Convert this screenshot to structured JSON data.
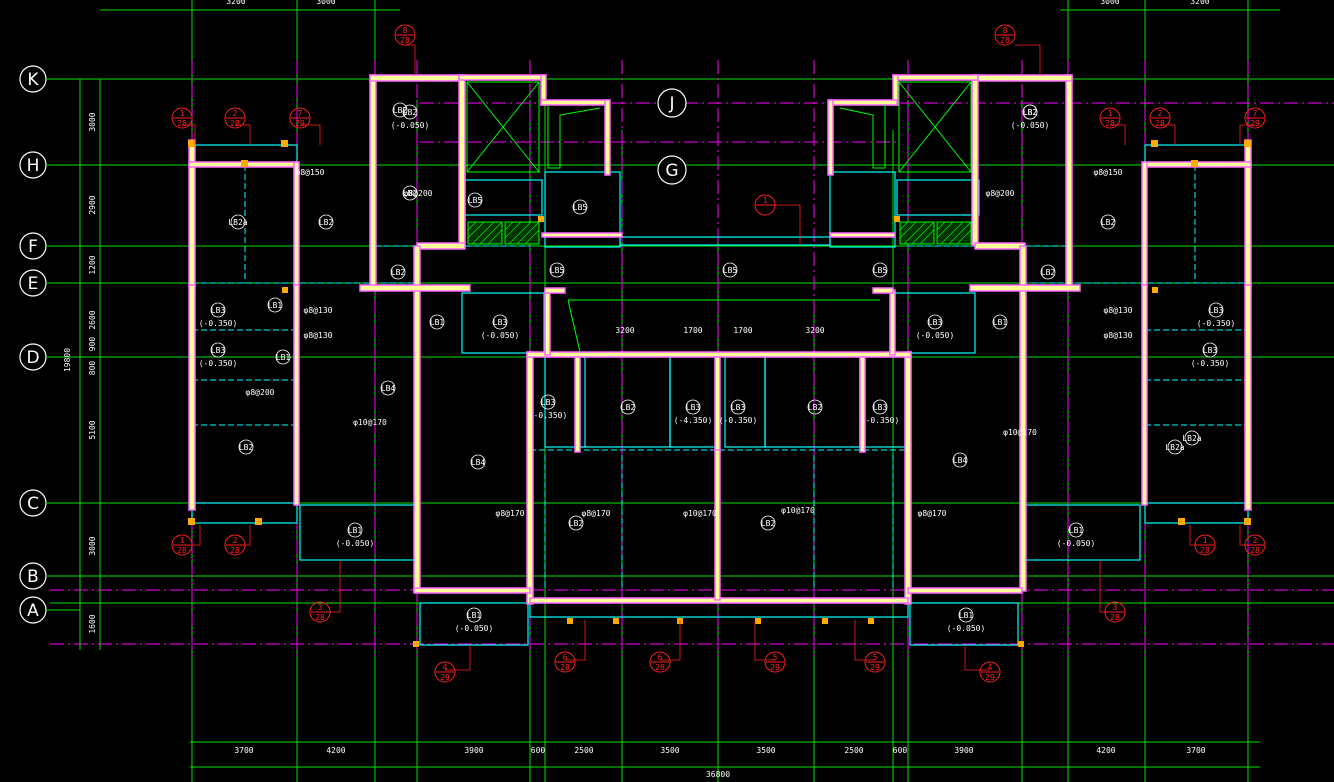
{
  "drawing": {
    "grid_axes_left": [
      "K",
      "H",
      "F",
      "E",
      "D",
      "C",
      "B",
      "A"
    ],
    "grid_axes_center": [
      "J",
      "G"
    ],
    "overall_dimension_left": "19800",
    "overall_dimension_bottom": "36800",
    "left_dims": [
      "3000",
      "2900",
      "1200",
      "2600",
      "900",
      "800",
      "5100",
      "3000",
      "1600"
    ],
    "bottom_dims": [
      "3700",
      "4200",
      "3900",
      "600",
      "2500",
      "3500",
      "3500",
      "2500",
      "600",
      "3900",
      "4200",
      "3700"
    ],
    "top_dims": [
      "3200",
      "3000",
      "3000",
      "3200"
    ],
    "center_dims": [
      "3200",
      "1700",
      "1700",
      "3200"
    ],
    "slab_tags": [
      "LB2",
      "LB2(-0.050)",
      "LB2",
      "LB5",
      "LB5",
      "LB5",
      "LB5",
      "LB5",
      "LB2",
      "LB2(-0.050)",
      "LB2",
      "LB2a",
      "LB2",
      "LB3(-0.350)",
      "LB3(-0.350)",
      "LB1",
      "LB1",
      "LB3(-0.050)",
      "LB3(-0.050)",
      "LB1",
      "LB1",
      "LB3(-0.350)",
      "LB3(-0.350)",
      "LB4",
      "LB4",
      "LB4",
      "LB3(-0.350)",
      "LB2",
      "LB3(-4.350)",
      "LB3(-0.350)",
      "LB2",
      "LB3(-0.350)",
      "LB2",
      "LB2",
      "LB2",
      "LB1(-0.050)",
      "LB1(-0.050)",
      "LB1(-0.050)",
      "LB1(-0.050)",
      "LB2",
      "LB2",
      "LB2a",
      "LB2a"
    ],
    "rebar_notes": [
      "φ8@200",
      "φ8@150",
      "φ8@130",
      "φ8@130",
      "φ8@170",
      "φ10@170",
      "φ10@170",
      "φ8@170",
      "φ8@170",
      "φ8@130",
      "φ8@130",
      "φ8@150",
      "φ8@200",
      "φ8@200",
      "φ10@170",
      "φ10@170"
    ],
    "section_marks": [
      "8/28",
      "8/28",
      "1/28",
      "2/28",
      "7/29",
      "1/28",
      "2/28",
      "7/29",
      "1/28",
      "2/28",
      "1/28",
      "2/28",
      "3/28",
      "3/28",
      "4/29",
      "4/29",
      "6/28",
      "6/28",
      "5/29",
      "5/29",
      "1"
    ],
    "colors": {
      "background": "#000000",
      "grid": "#00ff00",
      "wall": "#ffff66",
      "wall_edge": "#ff66ff",
      "beam": "#00ffff",
      "axis_line": "#ff00ff",
      "annotation": "#ff2020",
      "text": "#ffffff",
      "column": "#ffaa00"
    }
  }
}
